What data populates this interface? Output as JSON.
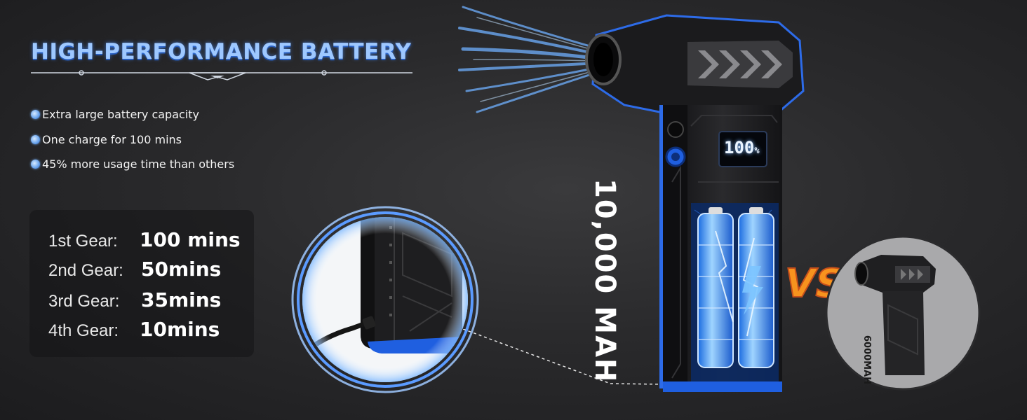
{
  "headline": "HIGH-PERFORMANCE BATTERY",
  "features": [
    "Extra large battery capacity",
    "One charge for 100 mins",
    "45% more usage time than others"
  ],
  "gears": [
    {
      "label": "1st Gear:",
      "value": "100 mins"
    },
    {
      "label": "2nd Gear:",
      "value": "50mins"
    },
    {
      "label": "3rd Gear:",
      "value": "35mins"
    },
    {
      "label": "4th Gear:",
      "value": "10mins"
    }
  ],
  "capacity_label": "10,000 MAH",
  "display_reading": "100",
  "display_unit": "%",
  "vs_label": "VS",
  "compare_label": "6000MAH",
  "colors": {
    "accent_blue": "#2d7cf6",
    "vs_orange": "#f7931e",
    "background": "#2a2a2c"
  }
}
